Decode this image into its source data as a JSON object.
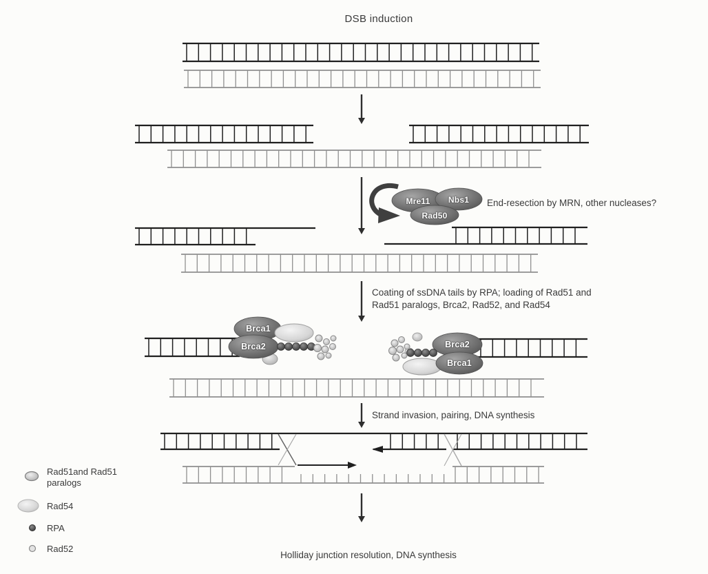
{
  "title": "DSB induction",
  "captions": {
    "resection": "End-resection by MRN, other nucleases?",
    "coating_lines": [
      "Coating of ssDNA tails by RPA; loading of Rad51 and",
      "Rad51 paralogs, Brca2, Rad52, and Rad54"
    ],
    "invasion": "Strand invasion, pairing, DNA synthesis",
    "resolution": "Holliday junction resolution, DNA synthesis"
  },
  "proteins": {
    "mre11": "Mre11",
    "nbs1": "Nbs1",
    "rad50": "Rad50",
    "brca1": "Brca1",
    "brca2": "Brca2"
  },
  "legend": {
    "rad51_line1": "Rad51and Rad51",
    "rad51_line2": "paralogs",
    "rad54": "Rad54",
    "rpa": "RPA",
    "rad52": "Rad52"
  },
  "colors": {
    "dark_dna": "#1f1f1f",
    "gray_dna": "#8f8f8f",
    "arrow": "#2e2e2e",
    "junction_dark": "#666666",
    "junction_light": "#a8a8a8",
    "text": "#3a3a3a",
    "background": "#fcfcfa"
  }
}
